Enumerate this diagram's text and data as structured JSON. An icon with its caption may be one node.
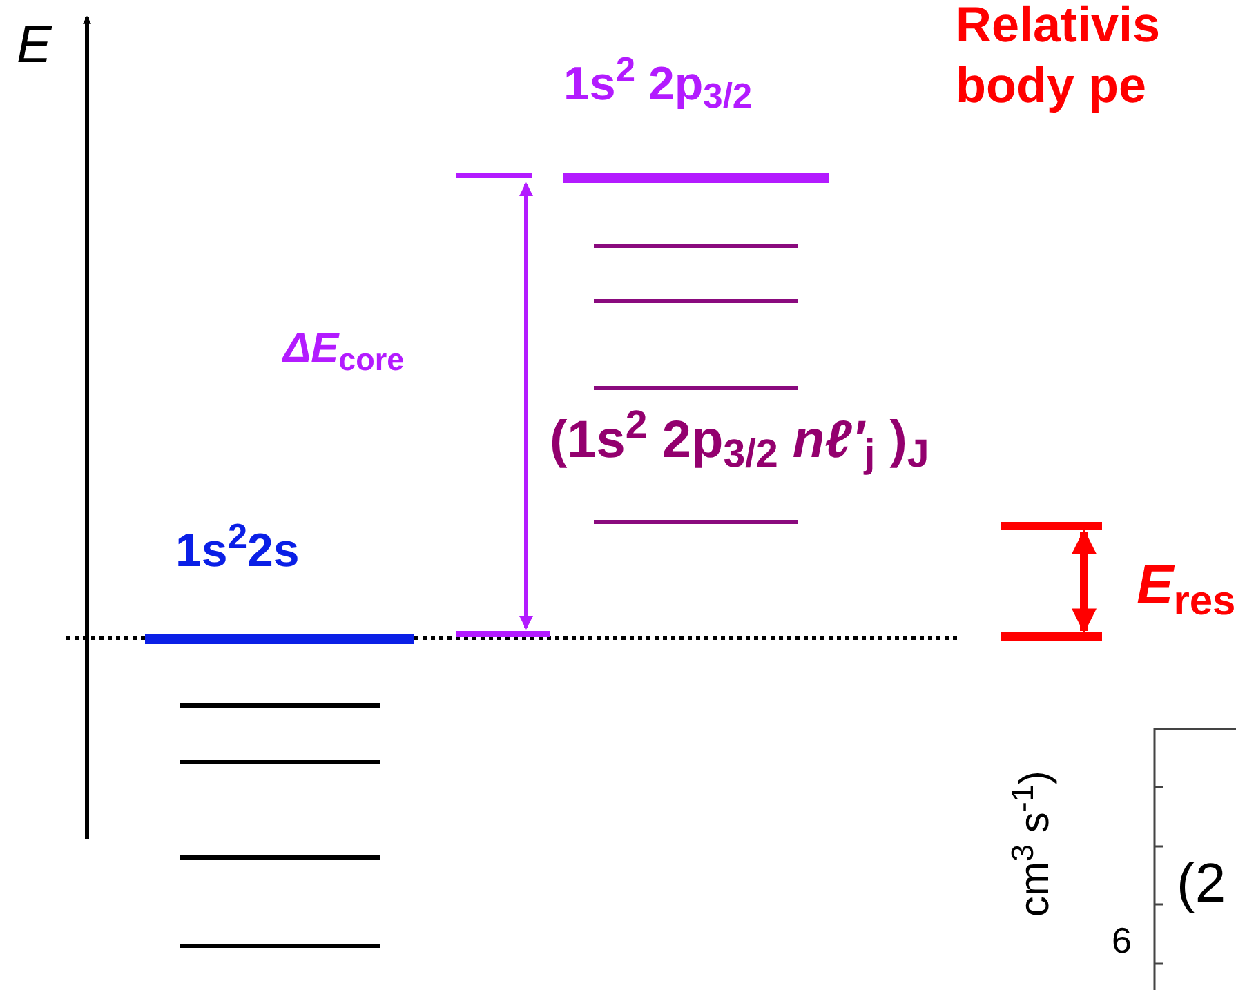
{
  "diagram": {
    "labels": [
      "Relativis",
      "body pe",
      "E",
      "1s$^{2}$ 2p$_{3/2}$",
      "*ΔE*$_{core}$",
      "(1s$^{2}$ 2p$_{3/2}$ *nℓ'*$_{j}$ )$_{J}$",
      "1s$^{2}$2s",
      "*E*$_{res}$",
      "cm$^{3}$ s$^{-1}$)",
      "(2",
      "6"
    ]
  }
}
